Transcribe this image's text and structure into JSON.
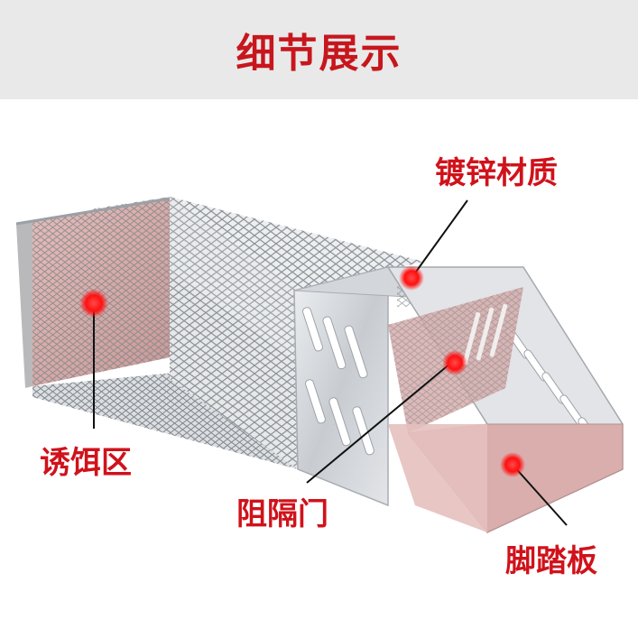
{
  "header": {
    "title": "细节展示"
  },
  "callouts": {
    "galvanized": "镀锌材质",
    "bait_area": "诱饵区",
    "divider_door": "阻隔门",
    "pedal": "脚踏板"
  },
  "colors": {
    "title_red": "#c8161d",
    "banner_bg": "#e9e9e9",
    "dot_red": "#ff1a1a",
    "pink_panel": "#d9a7a6",
    "steel": "#c9ccd0"
  }
}
